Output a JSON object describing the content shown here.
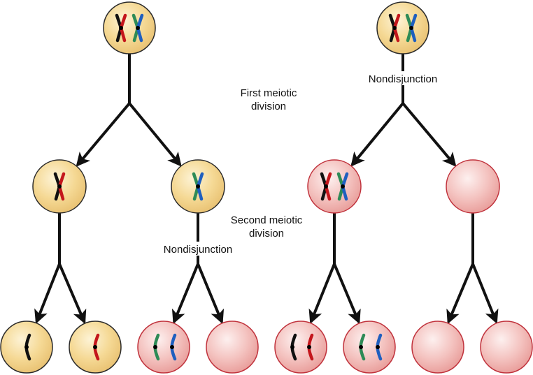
{
  "title": "Meiotic nondisjunction",
  "labels": {
    "first_division_line1": "First meiotic",
    "first_division_line2": "division",
    "second_division_line1": "Second meiotic",
    "second_division_line2": "division",
    "nondisjunction_second": "Nondisjunction",
    "nondisjunction_first": "Nondisjunction"
  },
  "colors": {
    "normal_cell": "#f3d48e",
    "normal_cell_border": "#2a2a2a",
    "abnormal_cell": "#f2b8b4",
    "abnormal_cell_border": "#c0323c",
    "chrom_black": "#111111",
    "chrom_red": "#c4161c",
    "chrom_green": "#2e8b57",
    "chrom_blue": "#1f5fbf"
  },
  "cells": [
    {
      "id": "left-parent",
      "type": "normal",
      "chromosomes": [
        "pair-black-red",
        "pair-green-blue"
      ]
    },
    {
      "id": "right-parent",
      "type": "normal",
      "chromosomes": [
        "pair-black-red",
        "pair-green-blue"
      ]
    },
    {
      "id": "left-mid-1",
      "type": "normal",
      "chromosomes": [
        "pair-black-red"
      ]
    },
    {
      "id": "left-mid-2",
      "type": "normal",
      "chromosomes": [
        "pair-green-blue"
      ]
    },
    {
      "id": "right-mid-1",
      "type": "abnormal",
      "chromosomes": [
        "pair-black-red",
        "pair-green-blue"
      ]
    },
    {
      "id": "right-mid-2",
      "type": "abnormal",
      "chromosomes": []
    },
    {
      "id": "gamete-1",
      "type": "normal",
      "chromosomes": [
        "single-black"
      ]
    },
    {
      "id": "gamete-2",
      "type": "normal",
      "chromosomes": [
        "single-red"
      ]
    },
    {
      "id": "gamete-3",
      "type": "abnormal",
      "chromosomes": [
        "single-green",
        "single-blue"
      ]
    },
    {
      "id": "gamete-4",
      "type": "abnormal",
      "chromosomes": []
    },
    {
      "id": "gamete-5",
      "type": "abnormal",
      "chromosomes": [
        "single-black",
        "single-red"
      ]
    },
    {
      "id": "gamete-6",
      "type": "abnormal",
      "chromosomes": [
        "single-green",
        "single-blue"
      ]
    },
    {
      "id": "gamete-7",
      "type": "abnormal",
      "chromosomes": []
    },
    {
      "id": "gamete-8",
      "type": "abnormal",
      "chromosomes": []
    }
  ]
}
